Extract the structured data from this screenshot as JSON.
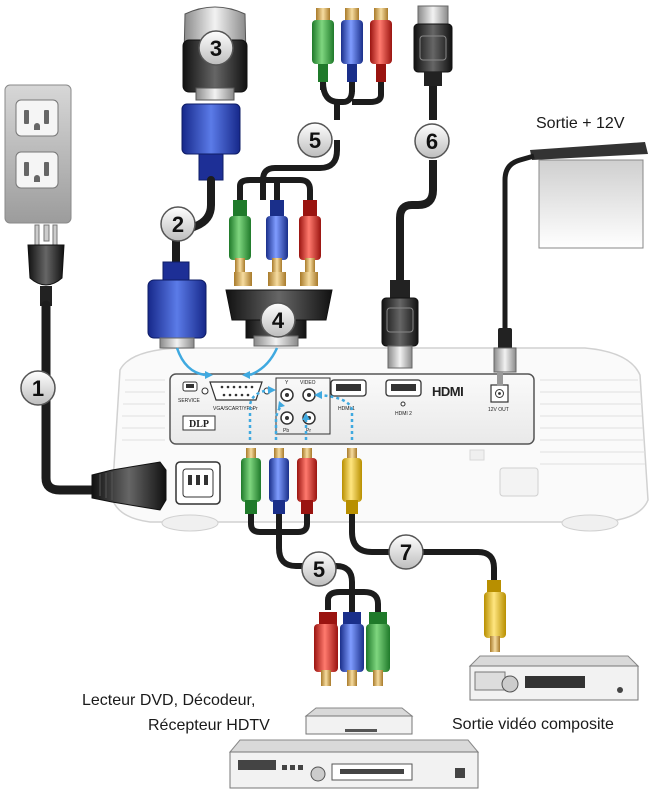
{
  "callouts": [
    "1",
    "2",
    "3",
    "4",
    "5",
    "6",
    "7"
  ],
  "callout_5_lower": "5",
  "labels": {
    "power_12v": "Sortie + 12V",
    "dvd_line1": "Lecteur DVD, Décodeur,",
    "dvd_line2": "Récepteur HDTV",
    "composite": "Sortie vidéo composite"
  },
  "panel": {
    "service": "SERVICE",
    "vga": "VGA/SCART/YPbPr",
    "y": "Y",
    "video": "VIDEO",
    "pb": "Pb",
    "pr": "Pr",
    "hdmi1": "HDMI 1",
    "hdmi2": "HDMI 2",
    "hdmi_logo": "HDMI",
    "out12v": "12V OUT",
    "dlp": "DLP"
  },
  "colors": {
    "green": "#2e9e3a",
    "blue": "#2a4fc9",
    "red": "#d8221c",
    "yellow": "#f2c400",
    "vga_blue": "#2b45b0",
    "cable_black": "#222222",
    "arrow_cyan": "#3fa9e0"
  }
}
